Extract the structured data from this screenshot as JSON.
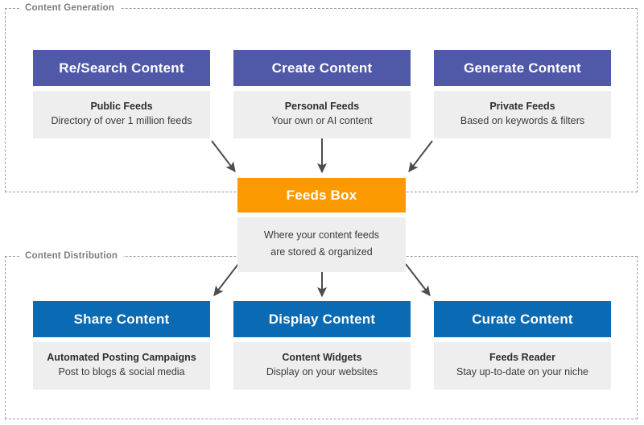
{
  "diagram": {
    "sections": [
      {
        "key": "generation",
        "label": "Content Generation"
      },
      {
        "key": "distribution",
        "label": "Content Distribution"
      }
    ],
    "colors": {
      "purple": "#5058a8",
      "blue": "#0a6ab3",
      "orange": "#fb9a00",
      "card_body": "#eeeeee",
      "frame_dash": "#9b9b9b",
      "arrow": "#4d4d4d",
      "label_text": "#7d7d7d"
    },
    "top_row": [
      {
        "title": "Re/Search Content",
        "subtitle_bold": "Public Feeds",
        "subtitle": "Directory of over 1 million feeds"
      },
      {
        "title": "Create Content",
        "subtitle_bold": "Personal Feeds",
        "subtitle": "Your own or AI content"
      },
      {
        "title": "Generate Content",
        "subtitle_bold": "Private Feeds",
        "subtitle": "Based on keywords & filters"
      }
    ],
    "center": {
      "title": "Feeds Box",
      "subtitle_line1": "Where your content feeds",
      "subtitle_line2": "are stored & organized"
    },
    "bottom_row": [
      {
        "title": "Share Content",
        "subtitle_bold": "Automated Posting Campaigns",
        "subtitle": "Post to blogs & social media"
      },
      {
        "title": "Display Content",
        "subtitle_bold": "Content Widgets",
        "subtitle": "Display on your websites"
      },
      {
        "title": "Curate Content",
        "subtitle_bold": "Feeds Reader",
        "subtitle": "Stay up-to-date on your niche"
      }
    ]
  }
}
